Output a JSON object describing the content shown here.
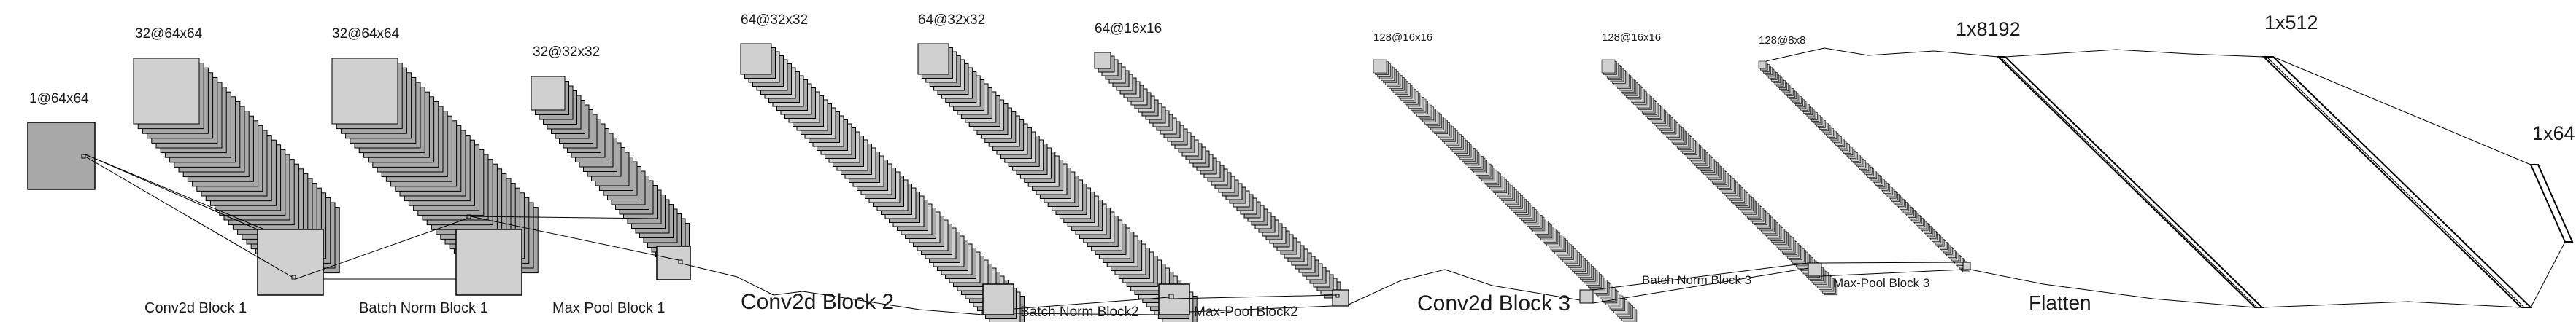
{
  "colors": {
    "background": "#ffffff",
    "stroke": "#000000",
    "fill_light": "#d0d0d0",
    "fill_dark": "#a8a8a8",
    "text": "#1a1a1a"
  },
  "dimensions": {
    "input": "1@64x64",
    "conv1": "32@64x64",
    "bn1": "32@64x64",
    "pool1": "32@32x32",
    "conv2": "64@32x32",
    "bn2": "64@32x32",
    "pool2": "64@16x16",
    "conv3": "128@16x16",
    "bn3": "128@16x16",
    "pool3": "128@8x8",
    "flatten": "1x8192",
    "fc1": "1x512",
    "fc2": "1x64"
  },
  "blocks": {
    "conv1": "Conv2d Block 1",
    "bn1": "Batch Norm Block 1",
    "pool1": "Max Pool Block 1",
    "conv2": "Conv2d Block 2",
    "bn2": "Batch Norm Block2",
    "pool2": "Max-Pool Block2",
    "conv3": "Conv2d Block 3",
    "bn3": "Batch Norm Block 3",
    "pool3": "Max-Pool Block 3",
    "flatten": "Flatten"
  }
}
